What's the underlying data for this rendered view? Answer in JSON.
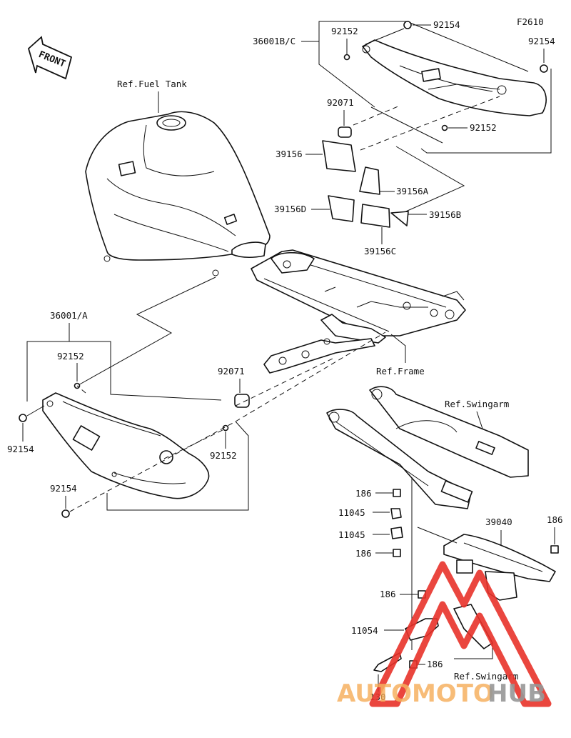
{
  "figure_code": "F2610",
  "front_label": "FRONT",
  "references": {
    "fuel_tank": "Ref.Fuel Tank",
    "frame": "Ref.Frame",
    "swingarm_top": "Ref.Swingarm",
    "swingarm_bottom": "Ref.Swingarm"
  },
  "parts": {
    "p36001bc": "36001B/C",
    "p36001a": "36001/A",
    "p92152_top": "92152",
    "p92154_top": "92154",
    "p92154_right": "92154",
    "p92071_top": "92071",
    "p92152_mid": "92152",
    "p39156": "39156",
    "p39156a": "39156A",
    "p39156d": "39156D",
    "p39156b": "39156B",
    "p39156c": "39156C",
    "p92152_left": "92152",
    "p92071_left": "92071",
    "p92154_left": "92154",
    "p92152_low": "92152",
    "p92154_low": "92154",
    "p186_a": "186",
    "p11045_a": "11045",
    "p11045_b": "11045",
    "p186_b": "186",
    "p39040": "39040",
    "p186_right": "186",
    "p186_c": "186",
    "p11054": "11054",
    "p186_d": "186",
    "p130": "130"
  },
  "watermark": {
    "brand_a": "AUTOMOTO",
    "brand_b": "HUB",
    "accent_color": "#e8322a",
    "orange_color": "#f5a94f"
  }
}
